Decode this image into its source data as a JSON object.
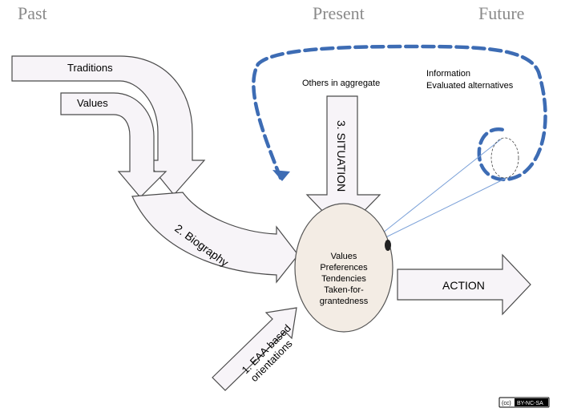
{
  "headers": {
    "past": "Past",
    "present": "Present",
    "future": "Future"
  },
  "arrows": {
    "traditions": "Traditions",
    "values": "Values",
    "biography": "2. Biography",
    "situation": "3. SITUATION",
    "eaa_line1": "1. EAA-based",
    "eaa_line2": "orientations",
    "action": "ACTION"
  },
  "labels": {
    "others": "Others in aggregate",
    "information": "Information",
    "evaluated": "Evaluated alternatives"
  },
  "center": {
    "line1": "Values",
    "line2": "Preferences",
    "line3": "Tendencies",
    "line4": "Taken-for-",
    "line5": "grantedness"
  },
  "license": {
    "cc": "(cc)",
    "text": "BY-NC-SA"
  },
  "colors": {
    "loop": "#3d6cb4",
    "ellipse_fill": "#f3ece4",
    "arrow_fill": "#f7f4f8",
    "header": "#8a8a8a",
    "beam": "#7aa0d8"
  }
}
